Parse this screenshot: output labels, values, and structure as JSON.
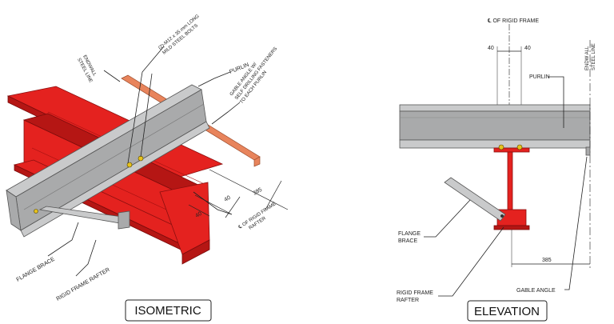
{
  "isometric": {
    "caption": "ISOMETRIC",
    "labels": {
      "endwall_steel_line": [
        "ENDWALL",
        "STEEL LINE"
      ],
      "bolts": [
        "(2)-M12 x 35 mm LONG",
        "MILD STEEL BOLTS"
      ],
      "purlin": "PURLIN",
      "gable_angle": [
        "GABLE ANGLE W/",
        "SELF DRILLING FASTENERS",
        "TO EACH PURLIN"
      ],
      "flange_brace": "FLANGE BRACE",
      "rigid_frame_rafter": "RIGID FRAME RAFTER",
      "centerline_rafter": [
        "℄ OF RIGID FRAME",
        "RAFTER"
      ],
      "dim_385": "385",
      "dim_40a": "40",
      "dim_40b": "40"
    }
  },
  "elevation": {
    "caption": "ELEVATION",
    "labels": {
      "centerline_frame": "℄ OF RIGID FRAME",
      "dim_40_left": "40",
      "dim_40_right": "40",
      "purlin": "PURLIN",
      "endwall_steel_line": [
        "ENDW ALL",
        "STEEL LINE"
      ],
      "flange_brace": [
        "FLANGE",
        "BRACE"
      ],
      "rigid_frame_rafter": [
        "RIGID FRAME",
        "RAFTER"
      ],
      "gable_angle": "GABLE ANGLE",
      "dim_385": "385"
    }
  },
  "colors": {
    "rafter_red": "#e4221f",
    "purlin_grey": "#c9cacb",
    "gable_angle_salmon": "#e8845c",
    "bolt_yellow": "#e7c21d"
  }
}
